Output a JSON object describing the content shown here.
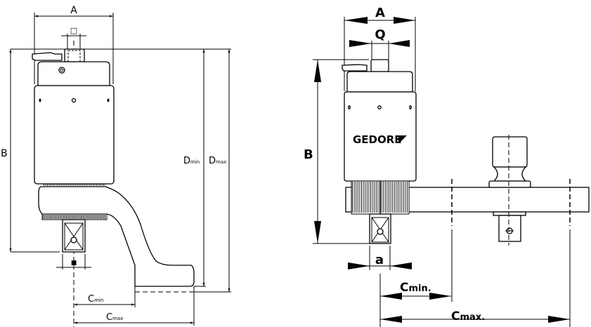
{
  "left_drawing": {
    "dim_a": "A",
    "dim_square_top": "□",
    "dim_b": "B",
    "dim_dmin": {
      "main": "D",
      "sub": "min"
    },
    "dim_dmax": {
      "main": "D",
      "sub": "max"
    },
    "dim_cmin": {
      "main": "C",
      "sub": "min"
    },
    "dim_cmax": {
      "main": "C",
      "sub": "max"
    },
    "dim_square_bottom": "■"
  },
  "right_drawing": {
    "dim_a": "A",
    "dim_q": "Q",
    "dim_b": "B",
    "dim_small_a": "a",
    "dim_cmin": {
      "main": "C",
      "sub": "min."
    },
    "dim_cmax": {
      "main": "C",
      "sub": "max."
    },
    "brand": "GEDORE"
  }
}
